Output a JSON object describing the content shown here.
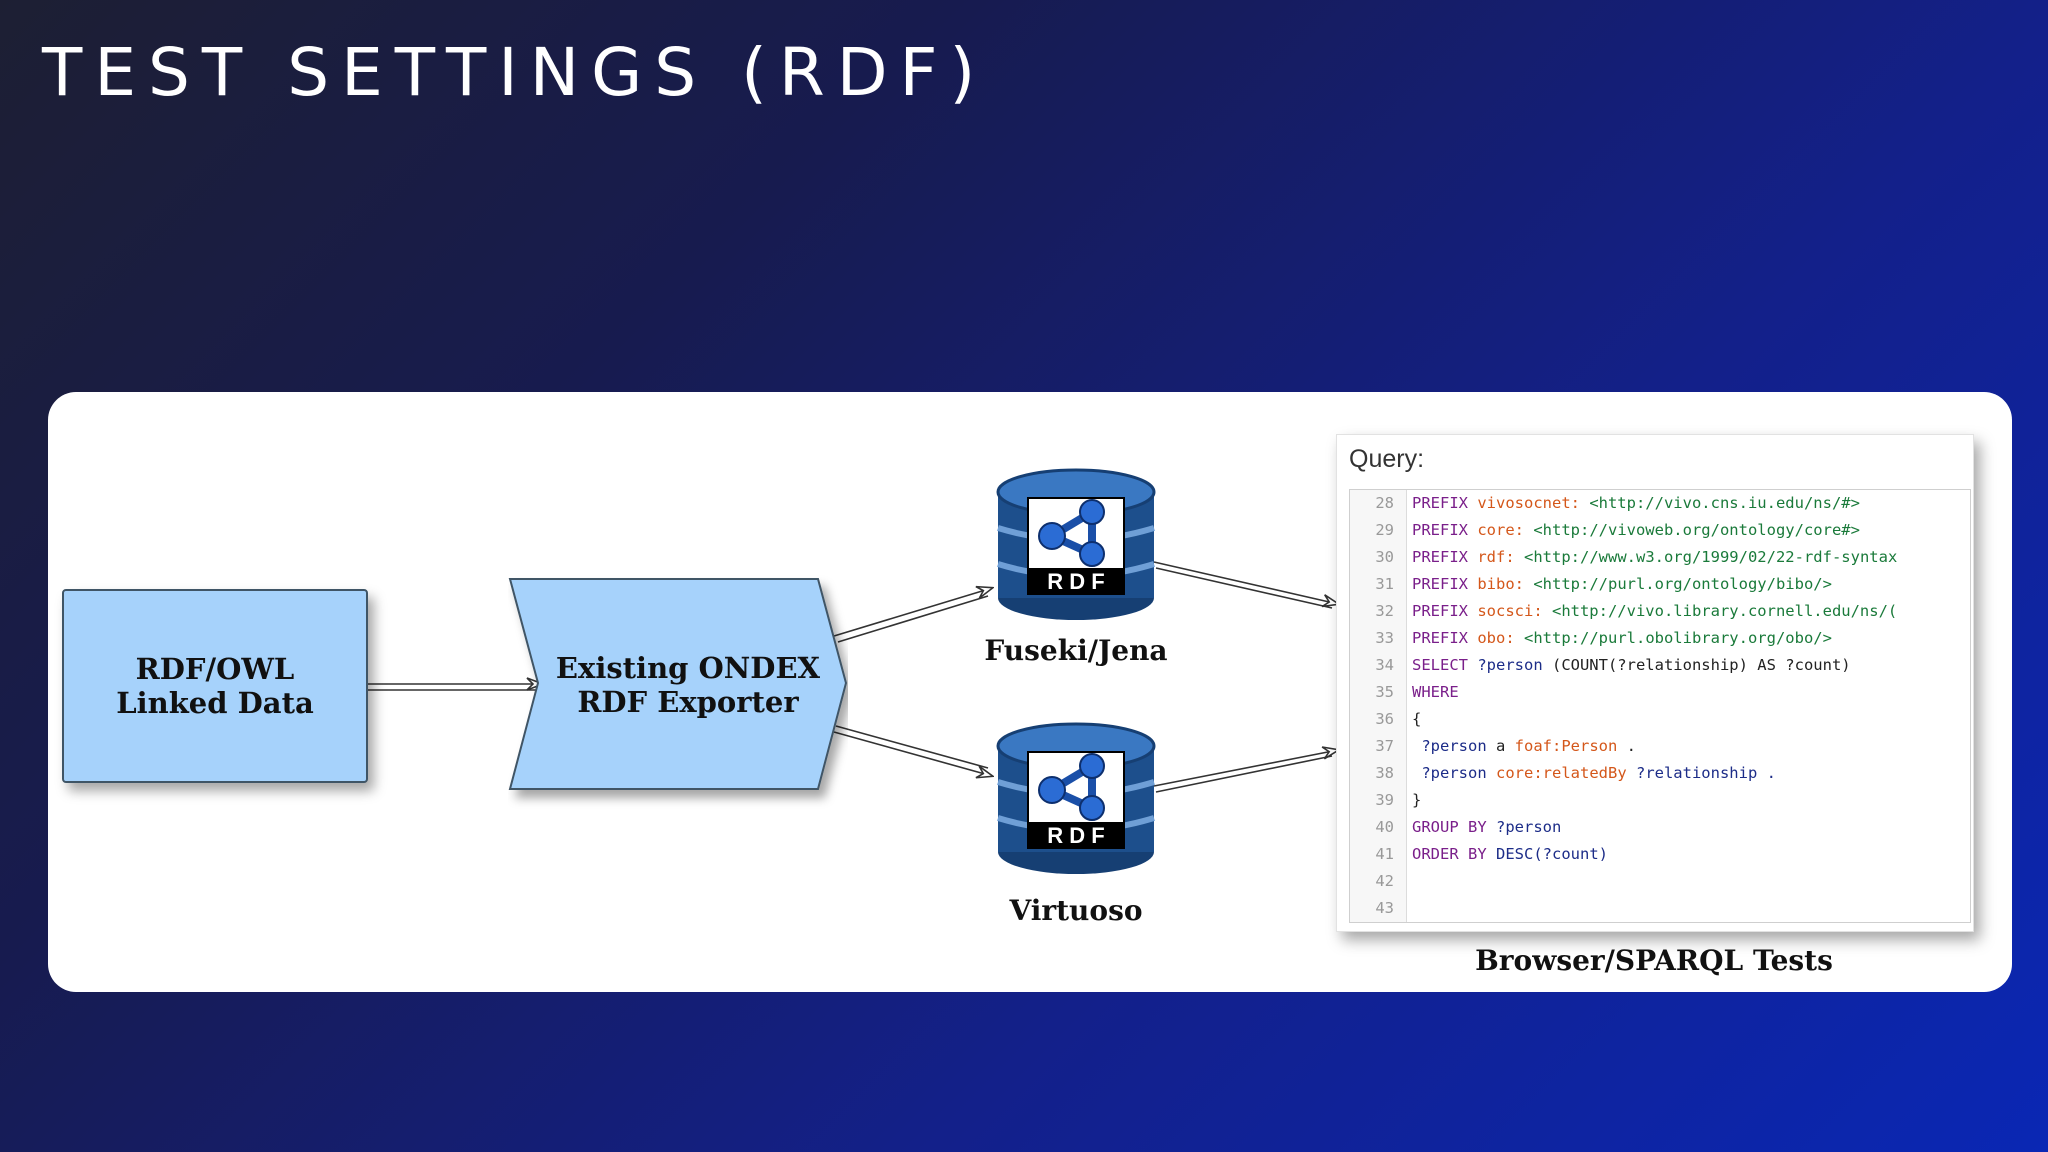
{
  "slide": {
    "title": "TEST SETTINGS (RDF)"
  },
  "diagram": {
    "source_box": {
      "line1": "RDF/OWL",
      "line2": "Linked Data"
    },
    "exporter": {
      "line1": "Existing ONDEX",
      "line2": "RDF Exporter"
    },
    "stores": [
      {
        "label": "Fuseki/Jena",
        "icon": "rdf-database-icon",
        "icon_text": "R D F"
      },
      {
        "label": "Virtuoso",
        "icon": "rdf-database-icon",
        "icon_text": "R D F"
      }
    ],
    "query_panel": {
      "heading": "Query:",
      "caption": "Browser/SPARQL Tests",
      "lines": [
        {
          "n": "28",
          "parts": [
            {
              "t": "PREFIX ",
              "c": "kw"
            },
            {
              "t": "vivosocnet: ",
              "c": "pfx"
            },
            {
              "t": "<http://vivo.cns.iu.edu/ns/#>",
              "c": "uri"
            }
          ]
        },
        {
          "n": "29",
          "parts": [
            {
              "t": "PREFIX ",
              "c": "kw"
            },
            {
              "t": "core: ",
              "c": "pfx"
            },
            {
              "t": "<http://vivoweb.org/ontology/core#>",
              "c": "uri"
            }
          ]
        },
        {
          "n": "30",
          "parts": [
            {
              "t": "PREFIX ",
              "c": "kw"
            },
            {
              "t": "rdf: ",
              "c": "pfx"
            },
            {
              "t": "<http://www.w3.org/1999/02/22-rdf-syntax",
              "c": "uri"
            }
          ]
        },
        {
          "n": "31",
          "parts": [
            {
              "t": "PREFIX ",
              "c": "kw"
            },
            {
              "t": "bibo: ",
              "c": "pfx"
            },
            {
              "t": "<http://purl.org/ontology/bibo/>",
              "c": "uri"
            }
          ]
        },
        {
          "n": "32",
          "parts": [
            {
              "t": "PREFIX ",
              "c": "kw"
            },
            {
              "t": "socsci: ",
              "c": "pfx"
            },
            {
              "t": "<http://vivo.library.cornell.edu/ns/(",
              "c": "uri"
            }
          ]
        },
        {
          "n": "33",
          "parts": [
            {
              "t": "PREFIX ",
              "c": "kw"
            },
            {
              "t": "obo: ",
              "c": "pfx"
            },
            {
              "t": "<http://purl.obolibrary.org/obo/>",
              "c": "uri"
            }
          ]
        },
        {
          "n": "34",
          "parts": [
            {
              "t": "SELECT ",
              "c": "kw"
            },
            {
              "t": "?person ",
              "c": "var"
            },
            {
              "t": "(COUNT(?relationship) AS ?count)",
              "c": "plain"
            }
          ]
        },
        {
          "n": "35",
          "parts": [
            {
              "t": "WHERE",
              "c": "kw"
            }
          ]
        },
        {
          "n": "36",
          "parts": [
            {
              "t": "{",
              "c": "plain"
            }
          ]
        },
        {
          "n": "37",
          "parts": [
            {
              "t": "  ?person ",
              "c": "var"
            },
            {
              "t": "a ",
              "c": "plain"
            },
            {
              "t": "foaf:Person",
              "c": "pfx"
            },
            {
              "t": " .",
              "c": "plain"
            }
          ]
        },
        {
          "n": "38",
          "parts": [
            {
              "t": "  ?person ",
              "c": "var"
            },
            {
              "t": "core:relatedBy ",
              "c": "pfx"
            },
            {
              "t": "?relationship .",
              "c": "var"
            }
          ]
        },
        {
          "n": "39",
          "parts": [
            {
              "t": "}",
              "c": "plain"
            }
          ]
        },
        {
          "n": "40",
          "parts": [
            {
              "t": "GROUP BY ",
              "c": "kw"
            },
            {
              "t": "?person",
              "c": "var"
            }
          ]
        },
        {
          "n": "41",
          "parts": [
            {
              "t": "ORDER BY ",
              "c": "kw"
            },
            {
              "t": "DESC(?count)",
              "c": "var"
            }
          ]
        },
        {
          "n": "42",
          "parts": []
        },
        {
          "n": "43",
          "parts": []
        }
      ]
    }
  },
  "colors": {
    "box_fill": "#a6d2fb",
    "db_blue": "#1d4f8c",
    "rdf_logo_blue": "#2b6cd4"
  }
}
